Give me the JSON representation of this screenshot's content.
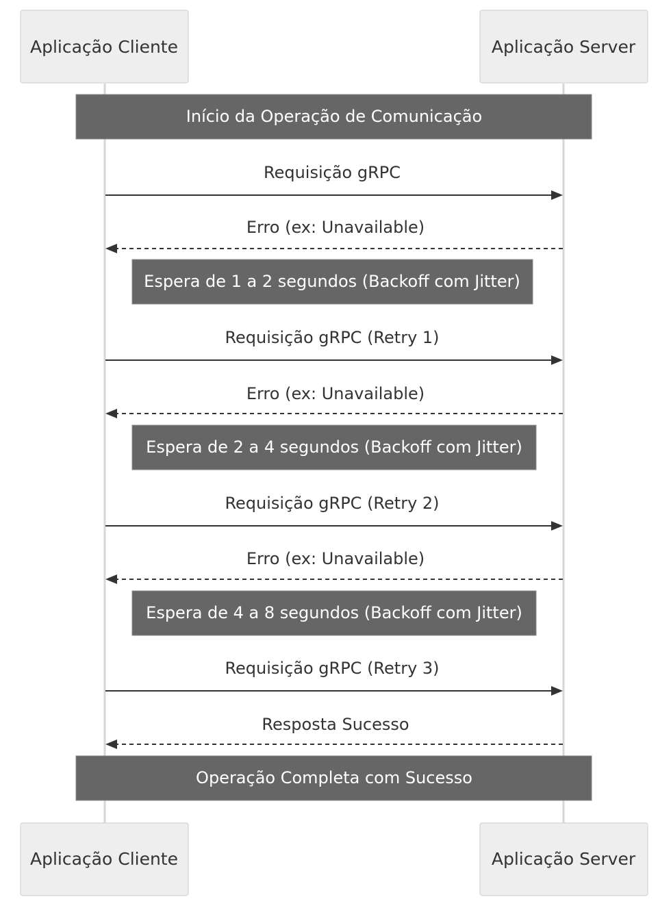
{
  "participants": {
    "client": "Aplicação Cliente",
    "server": "Aplicação Server"
  },
  "notes": {
    "start": "Início da Operação de Comunicação",
    "wait1": "Espera de 1 a 2 segundos (Backoff com Jitter)",
    "wait2": "Espera de 2 a 4 segundos (Backoff com Jitter)",
    "wait3": "Espera de 4 a 8 segundos (Backoff com Jitter)",
    "end": "Operação Completa com Sucesso"
  },
  "messages": {
    "req0": "Requisição gRPC",
    "err1": "Erro (ex: Unavailable)",
    "req1": "Requisição gRPC (Retry 1)",
    "err2": "Erro (ex: Unavailable)",
    "req2": "Requisição gRPC (Retry 2)",
    "err3": "Erro (ex: Unavailable)",
    "req3": "Requisição gRPC (Retry 3)",
    "success": "Resposta Sucesso"
  }
}
